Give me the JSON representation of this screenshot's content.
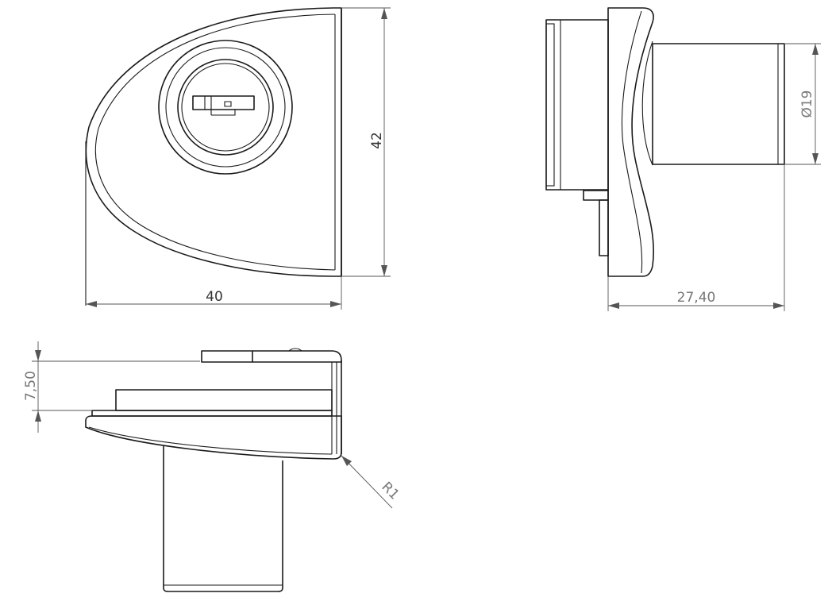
{
  "dimensions": {
    "front_width": "40",
    "front_height": "42",
    "side_diameter": "Ø19",
    "side_length": "27,40",
    "top_thickness": "7,50",
    "top_radius": "R1"
  },
  "colors": {
    "line": "#1a1a1a",
    "dimension_line": "#555555",
    "background": "#ffffff"
  }
}
